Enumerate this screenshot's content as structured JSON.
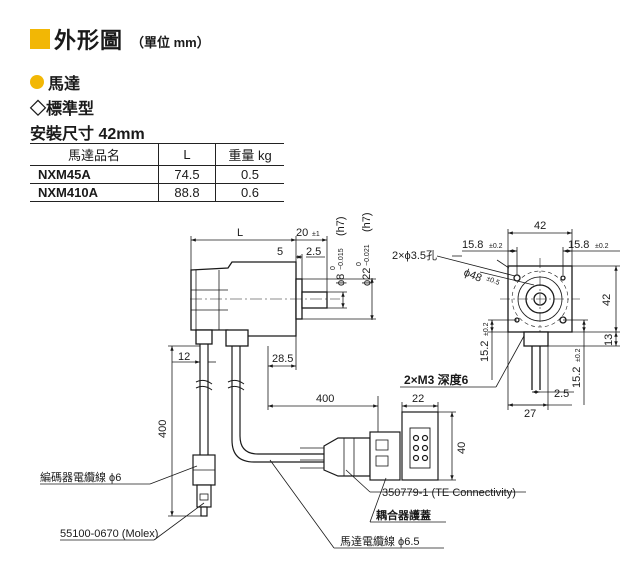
{
  "header": {
    "title": "外形圖",
    "unit_note": "（單位 mm）"
  },
  "section": {
    "category": "馬達",
    "subtype": "◇標準型",
    "frame_size": "安裝尺寸 42mm"
  },
  "spec_table": {
    "headers": [
      "馬達品名",
      "L",
      "重量 kg"
    ],
    "rows": [
      [
        "NXM45A",
        "74.5",
        "0.5"
      ],
      [
        "NXM410A",
        "88.8",
        "0.6"
      ]
    ]
  },
  "dims": {
    "L": "L",
    "d20": "20",
    "d20_tol": "±1",
    "d5": "5",
    "d2_5": "2.5",
    "shaft_dia": "ϕ8",
    "shaft_tol_top": "0",
    "shaft_tol_bot": "−0.015",
    "shaft_fit": "(h7)",
    "pilot_dia": "ϕ22",
    "pilot_tol_top": "0",
    "pilot_tol_bot": "−0.021",
    "pilot_fit": "(h7)",
    "d12": "12",
    "d28_5": "28.5",
    "d400_h": "400",
    "d400_v": "400",
    "d22": "22",
    "d40": "40",
    "front_42_top": "42",
    "front_42_side": "42",
    "holes": "2×ϕ3.5孔",
    "d15_8_left": "15.8",
    "d15_8_right": "15.8",
    "tol_02": "±0.2",
    "pcd": "ϕ48",
    "pcd_tol": "±0.5",
    "d15_2_left": "15.2",
    "d15_2_right": "15.2",
    "d13": "13",
    "d2_5b": "2.5",
    "d27": "27",
    "m3_note": "2×M3 深度6"
  },
  "callouts": {
    "encoder_cable": "編碼器電纜線 ϕ6",
    "molex": "55100-0670 (Molex)",
    "te_conn": "350779-1 (TE Connectivity)",
    "coupler_cover": "耦合器護蓋",
    "motor_cable": "馬達電纜線 ϕ6.5"
  }
}
